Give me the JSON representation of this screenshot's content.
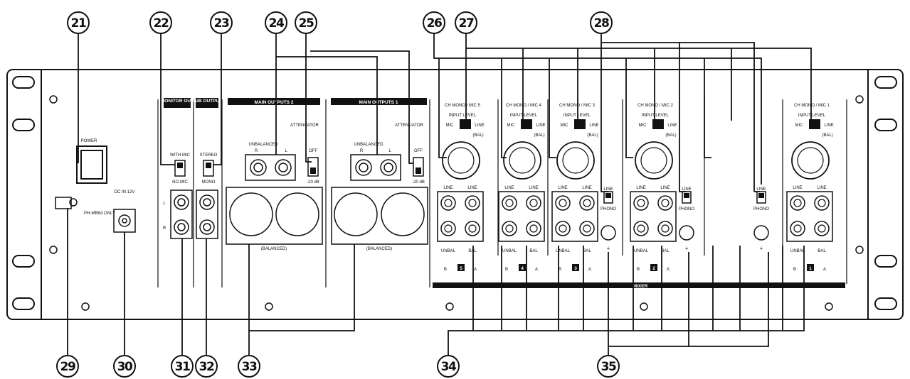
{
  "callouts": [
    "21",
    "22",
    "23",
    "24",
    "25",
    "26",
    "27",
    "28",
    "29",
    "30",
    "31",
    "32",
    "33",
    "34",
    "35"
  ],
  "panel": {
    "power": "POWER",
    "dc_in": "DC IN 12V",
    "ph_note": "PH-MB6A ONLY",
    "monitor_out": "MONITOR OUT",
    "sub_output": "SUB OUTPUT",
    "with_mic": "WITH MIC",
    "no_mic": "NO MIC",
    "stereo": "STEREO",
    "mono": "MONO",
    "main_outputs_2": "MAIN OUTPUTS 2",
    "main_outputs_1": "MAIN OUTPUTS 1",
    "attenuator": "ATTENUATOR",
    "off": "OFF",
    "att_value": "-20 dB",
    "unbalanced": "UNBALANCED",
    "balanced": "(BALANCED)",
    "r": "R",
    "l": "L",
    "line": "LINE",
    "input_level": "INPUT LEVEL",
    "mic": "MIC",
    "bal": "(BAL)",
    "phono": "PHONO",
    "unbal": "UNBAL",
    "bal_short": "BAL",
    "a": "A",
    "b": "B",
    "mixer": "MIXER",
    "channels": [
      {
        "name": "CH MONO / MIC 5",
        "num": "5"
      },
      {
        "name": "CH MONO / MIC 4",
        "num": "4"
      },
      {
        "name": "CH MONO / MIC 3",
        "num": "3"
      },
      {
        "name": "CH MONO / MIC 2",
        "num": "2"
      },
      {
        "name": "CH MONO / MIC 1",
        "num": "1"
      }
    ],
    "phono_labels": [
      "PHONO",
      "PHONO",
      "PHONO"
    ]
  }
}
